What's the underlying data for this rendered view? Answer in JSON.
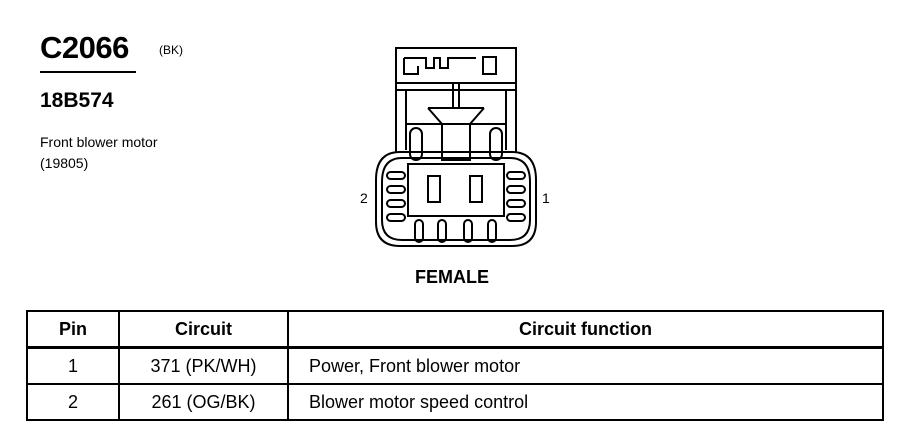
{
  "connector": {
    "id": "C2066",
    "color": "(BK)",
    "part_number": "18B574",
    "component_name": "Front blower motor",
    "component_number": "(19805)"
  },
  "view": {
    "gender": "FEMALE",
    "pin_left": "2",
    "pin_right": "1"
  },
  "table": {
    "headers": [
      "Pin",
      "Circuit",
      "Circuit function"
    ],
    "rows": [
      {
        "pin": "1",
        "circuit": "371 (PK/WH)",
        "function": "Power, Front blower motor"
      },
      {
        "pin": "2",
        "circuit": "261 (OG/BK)",
        "function": "Blower motor speed control"
      }
    ]
  }
}
